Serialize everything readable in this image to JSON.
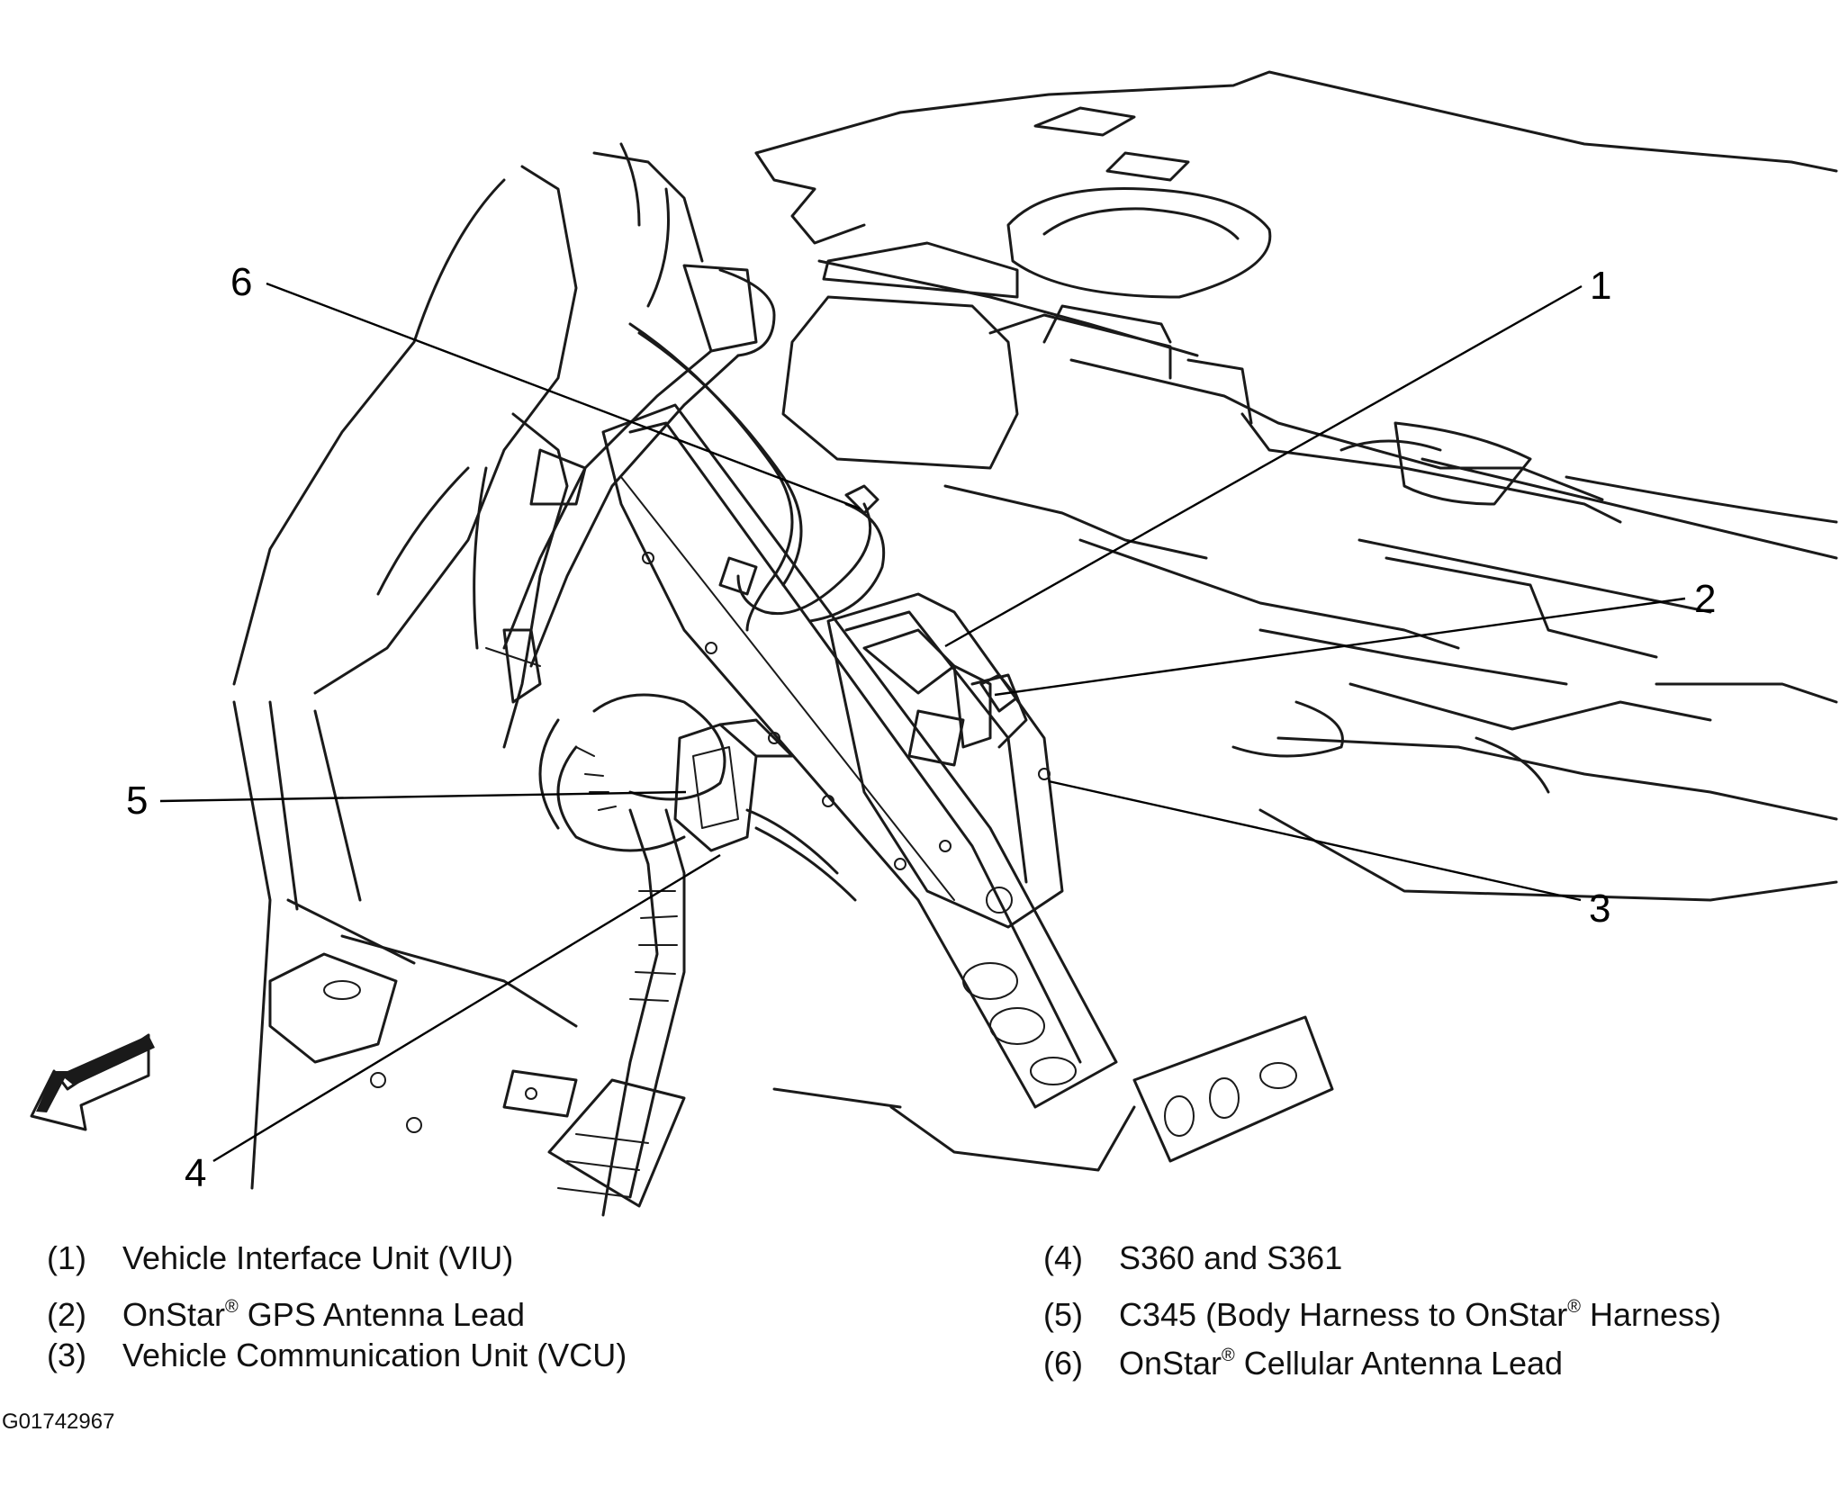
{
  "callouts": [
    "1",
    "2",
    "3",
    "4",
    "5",
    "6"
  ],
  "legend": [
    {
      "num": "(1)",
      "text": "Vehicle Interface Unit (VIU)"
    },
    {
      "num": "(2)",
      "pre": "OnStar",
      "reg": "®",
      "post": " GPS Antenna Lead"
    },
    {
      "num": "(3)",
      "text": "Vehicle Communication Unit (VCU)"
    },
    {
      "num": "(4)",
      "text": "S360 and S361"
    },
    {
      "num": "(5)",
      "pre": "C345 (Body Harness to OnStar",
      "reg": "®",
      "post": " Harness)"
    },
    {
      "num": "(6)",
      "pre": "OnStar",
      "reg": "®",
      "post": " Cellular Antenna Lead"
    }
  ],
  "figure_code": "G01742967",
  "icons": {
    "direction_arrow": "front-direction-arrow-icon"
  }
}
